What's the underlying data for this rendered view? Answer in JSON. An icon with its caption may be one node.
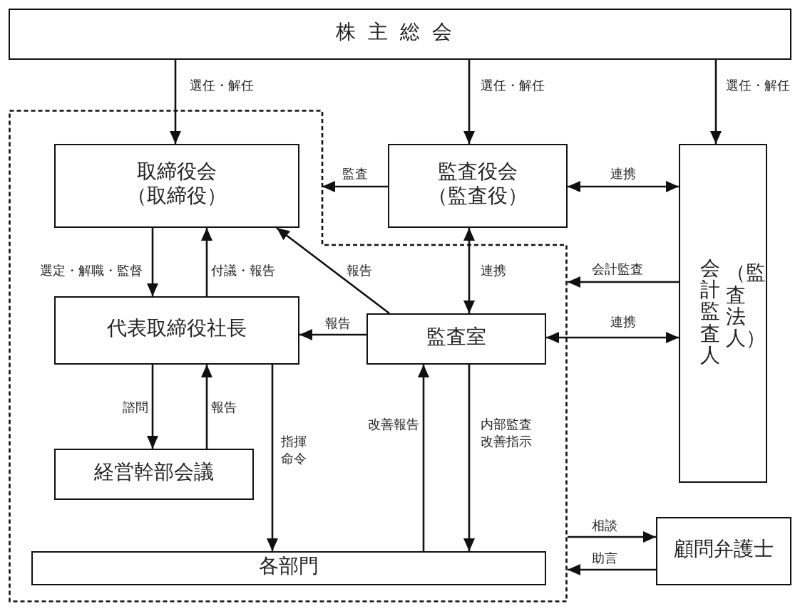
{
  "diagram": {
    "nodes": [
      {
        "text": [
          "株主総会"
        ]
      },
      {
        "text": [],
        "shape": "polygon"
      },
      {
        "text": [
          "取締役会",
          "（取締役）"
        ],
        "in": 1
      },
      {
        "text": [
          "監査役会",
          "（監査役）"
        ]
      },
      {
        "text": [
          "会計監査人",
          "（監査法人）"
        ]
      },
      {
        "text": [
          "代表取締役社長"
        ],
        "in": 1
      },
      {
        "text": [
          "監査室"
        ],
        "in": 1
      },
      {
        "text": [
          "経営幹部会議"
        ],
        "in": 1
      },
      {
        "text": [
          "各部門"
        ],
        "in": 1
      },
      {
        "text": [
          "顧問弁護士"
        ]
      }
    ],
    "edges": [
      {
        "from": 0,
        "to": 2,
        "arrow": "to",
        "label": "選任・解任"
      },
      {
        "from": 0,
        "to": 3,
        "arrow": "to",
        "label": "選任・解任"
      },
      {
        "from": 0,
        "to": 4,
        "arrow": "to",
        "label": "選任・解任"
      },
      {
        "from": 3,
        "to": 1,
        "arrow": "to",
        "label": "監査"
      },
      {
        "from": 3,
        "to": 4,
        "arrow": "both",
        "label": "連携"
      },
      {
        "from": 2,
        "to": 5,
        "arrow": "to",
        "label": "選定・解職・監督"
      },
      {
        "from": 5,
        "to": 2,
        "arrow": "to",
        "label": "付議・報告"
      },
      {
        "from": 6,
        "to": 2,
        "arrow": "to",
        "label": "報告"
      },
      {
        "from": 3,
        "to": 6,
        "arrow": "both",
        "label": "連携"
      },
      {
        "from": 4,
        "to": 1,
        "arrow": "to",
        "label": "会計監査"
      },
      {
        "from": 6,
        "to": 4,
        "arrow": "both",
        "label": "連携"
      },
      {
        "from": 6,
        "to": 5,
        "arrow": "to",
        "label": "報告"
      },
      {
        "from": 5,
        "to": 7,
        "arrow": "to",
        "label": "諮問"
      },
      {
        "from": 7,
        "to": 5,
        "arrow": "to",
        "label": "報告"
      },
      {
        "from": 5,
        "to": 8,
        "arrow": "to",
        "label": "指揮命令"
      },
      {
        "from": 8,
        "to": 6,
        "arrow": "to",
        "label": "改善報告"
      },
      {
        "from": 6,
        "to": 8,
        "arrow": "to",
        "label": "内部監査改善指示"
      },
      {
        "from": 1,
        "to": 9,
        "arrow": "to",
        "label": "相談"
      },
      {
        "from": 9,
        "to": 1,
        "arrow": "to",
        "label": "助言"
      }
    ]
  }
}
